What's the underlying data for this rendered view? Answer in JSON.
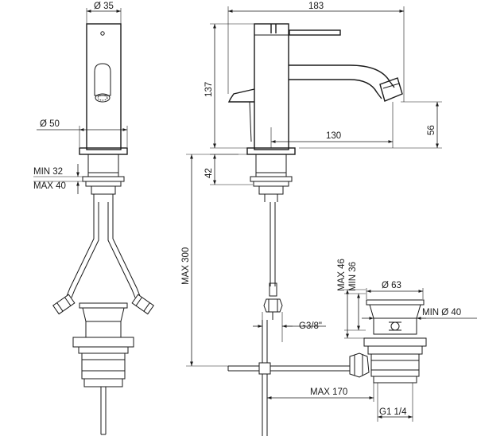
{
  "dimensions": {
    "d35": "Ø 35",
    "d50": "Ø 50",
    "min32": "MIN 32",
    "max40": "MAX 40",
    "w183": "183",
    "h137": "137",
    "h56": "56",
    "w130": "130",
    "h42": "42",
    "max300": "MAX 300",
    "g38": "G3/8\"",
    "max46": "MAX 46",
    "min36": "MIN 36",
    "d63": "Ø 63",
    "min_d40": "MIN Ø 40",
    "max170": "MAX 170",
    "g114": "G1 1/4"
  },
  "colors": {
    "line": "#1a1a1a",
    "background": "#ffffff"
  }
}
